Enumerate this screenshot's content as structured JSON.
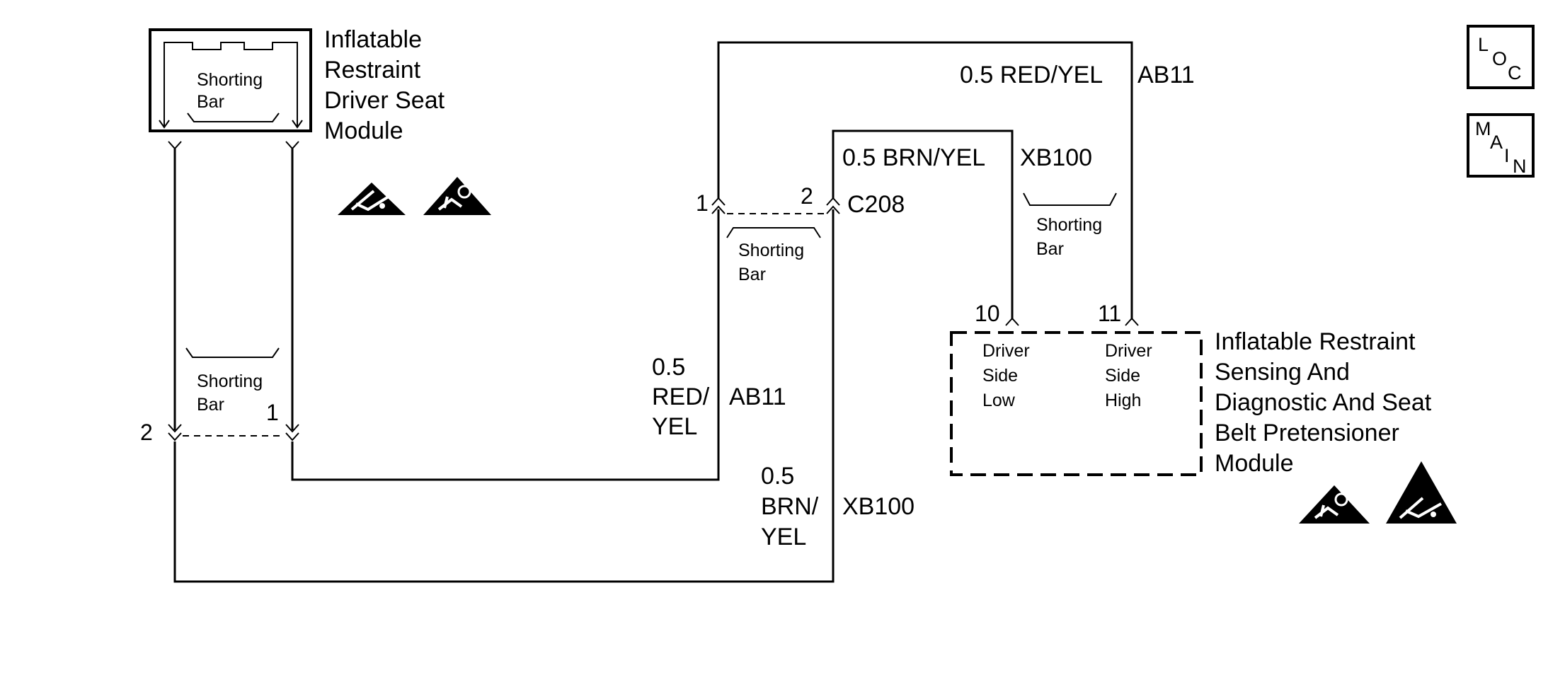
{
  "driver_seat_module": {
    "name_lines": [
      "Inflatable",
      "Restraint",
      "Driver Seat",
      "Module"
    ],
    "shorting_bar": [
      "Shorting",
      "Bar"
    ]
  },
  "lower_shorting_bar": [
    "Shorting",
    "Bar"
  ],
  "seat_module_pins": {
    "left": "2",
    "right": "1"
  },
  "connector_c208": {
    "name": "C208",
    "pin_left": "1",
    "pin_right": "2",
    "shorting_bar": [
      "Shorting",
      "Bar"
    ]
  },
  "wires": {
    "red_yel_top": {
      "size_color": "0.5 RED/YEL",
      "circuit": "AB11"
    },
    "brn_yel_top": {
      "size_color": "0.5 BRN/YEL",
      "circuit": "XB100"
    },
    "red_yel_vertical": {
      "lines": [
        "0.5",
        "RED/",
        "YEL"
      ],
      "circuit": "AB11"
    },
    "brn_yel_vertical": {
      "lines": [
        "0.5",
        "BRN/",
        "YEL"
      ],
      "circuit": "XB100"
    }
  },
  "sdm": {
    "name_lines": [
      "Inflatable Restraint",
      "Sensing And",
      "Diagnostic And Seat",
      "Belt Pretensioner",
      "Module"
    ],
    "pins": [
      {
        "number": "10",
        "label": [
          "Driver",
          "Side",
          "Low"
        ]
      },
      {
        "number": "11",
        "label": [
          "Driver",
          "Side",
          "High"
        ]
      }
    ],
    "shorting_bar": [
      "Shorting",
      "Bar"
    ]
  },
  "nav_buttons": {
    "loc": [
      "L",
      "O",
      "C"
    ],
    "main": [
      "M",
      "A",
      "I",
      "N"
    ]
  },
  "warning_icons": [
    "esd-warning-icon",
    "airbag-warning-icon"
  ]
}
